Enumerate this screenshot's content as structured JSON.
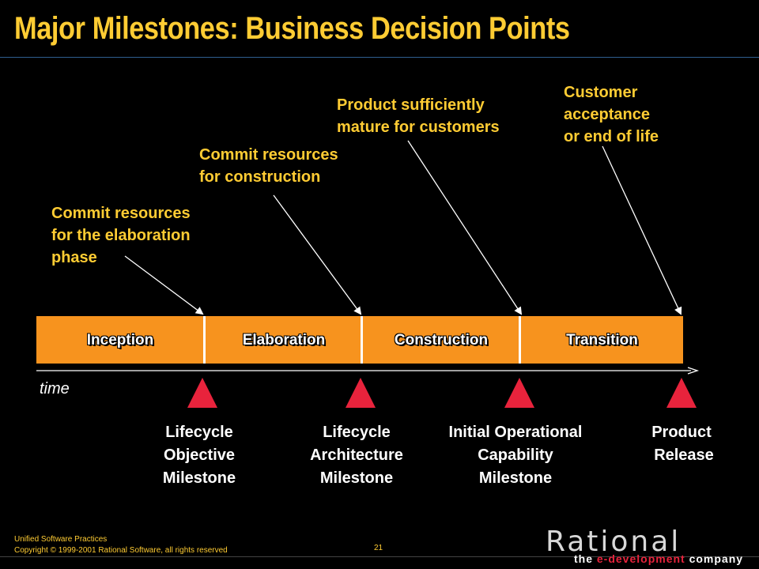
{
  "slide": {
    "title": "Major Milestones: Business Decision Points"
  },
  "decisions": [
    {
      "lines": [
        "Commit resources",
        "for the elaboration",
        "phase"
      ]
    },
    {
      "lines": [
        "Commit resources",
        "for construction"
      ]
    },
    {
      "lines": [
        "Product sufficiently",
        "mature for customers"
      ]
    },
    {
      "lines": [
        "Customer",
        "acceptance",
        "or end of life"
      ]
    }
  ],
  "phases": [
    "Inception",
    "Elaboration",
    "Construction",
    "Transition"
  ],
  "time_label": "time",
  "milestones": [
    {
      "lines": [
        "Lifecycle",
        "Objective",
        "Milestone"
      ]
    },
    {
      "lines": [
        "Lifecycle",
        "Architecture",
        "Milestone"
      ]
    },
    {
      "lines": [
        "Initial Operational",
        "Capability",
        "Milestone"
      ]
    },
    {
      "lines": [
        "Product",
        "Release"
      ]
    }
  ],
  "footer": {
    "line1": "Unified Software Practices",
    "line2": "Copyright © 1999-2001 Rational Software, all rights reserved",
    "page_number": "21"
  },
  "logo": {
    "wordmark": "Rational",
    "tagline_pre": "the ",
    "tagline_highlight": "e-development",
    "tagline_post": " company"
  },
  "colors": {
    "title": "#ffcc33",
    "decision_text": "#ffcc33",
    "phase_bar": "#f7931e",
    "milestone_marker": "#e8233c",
    "background": "#000000"
  }
}
